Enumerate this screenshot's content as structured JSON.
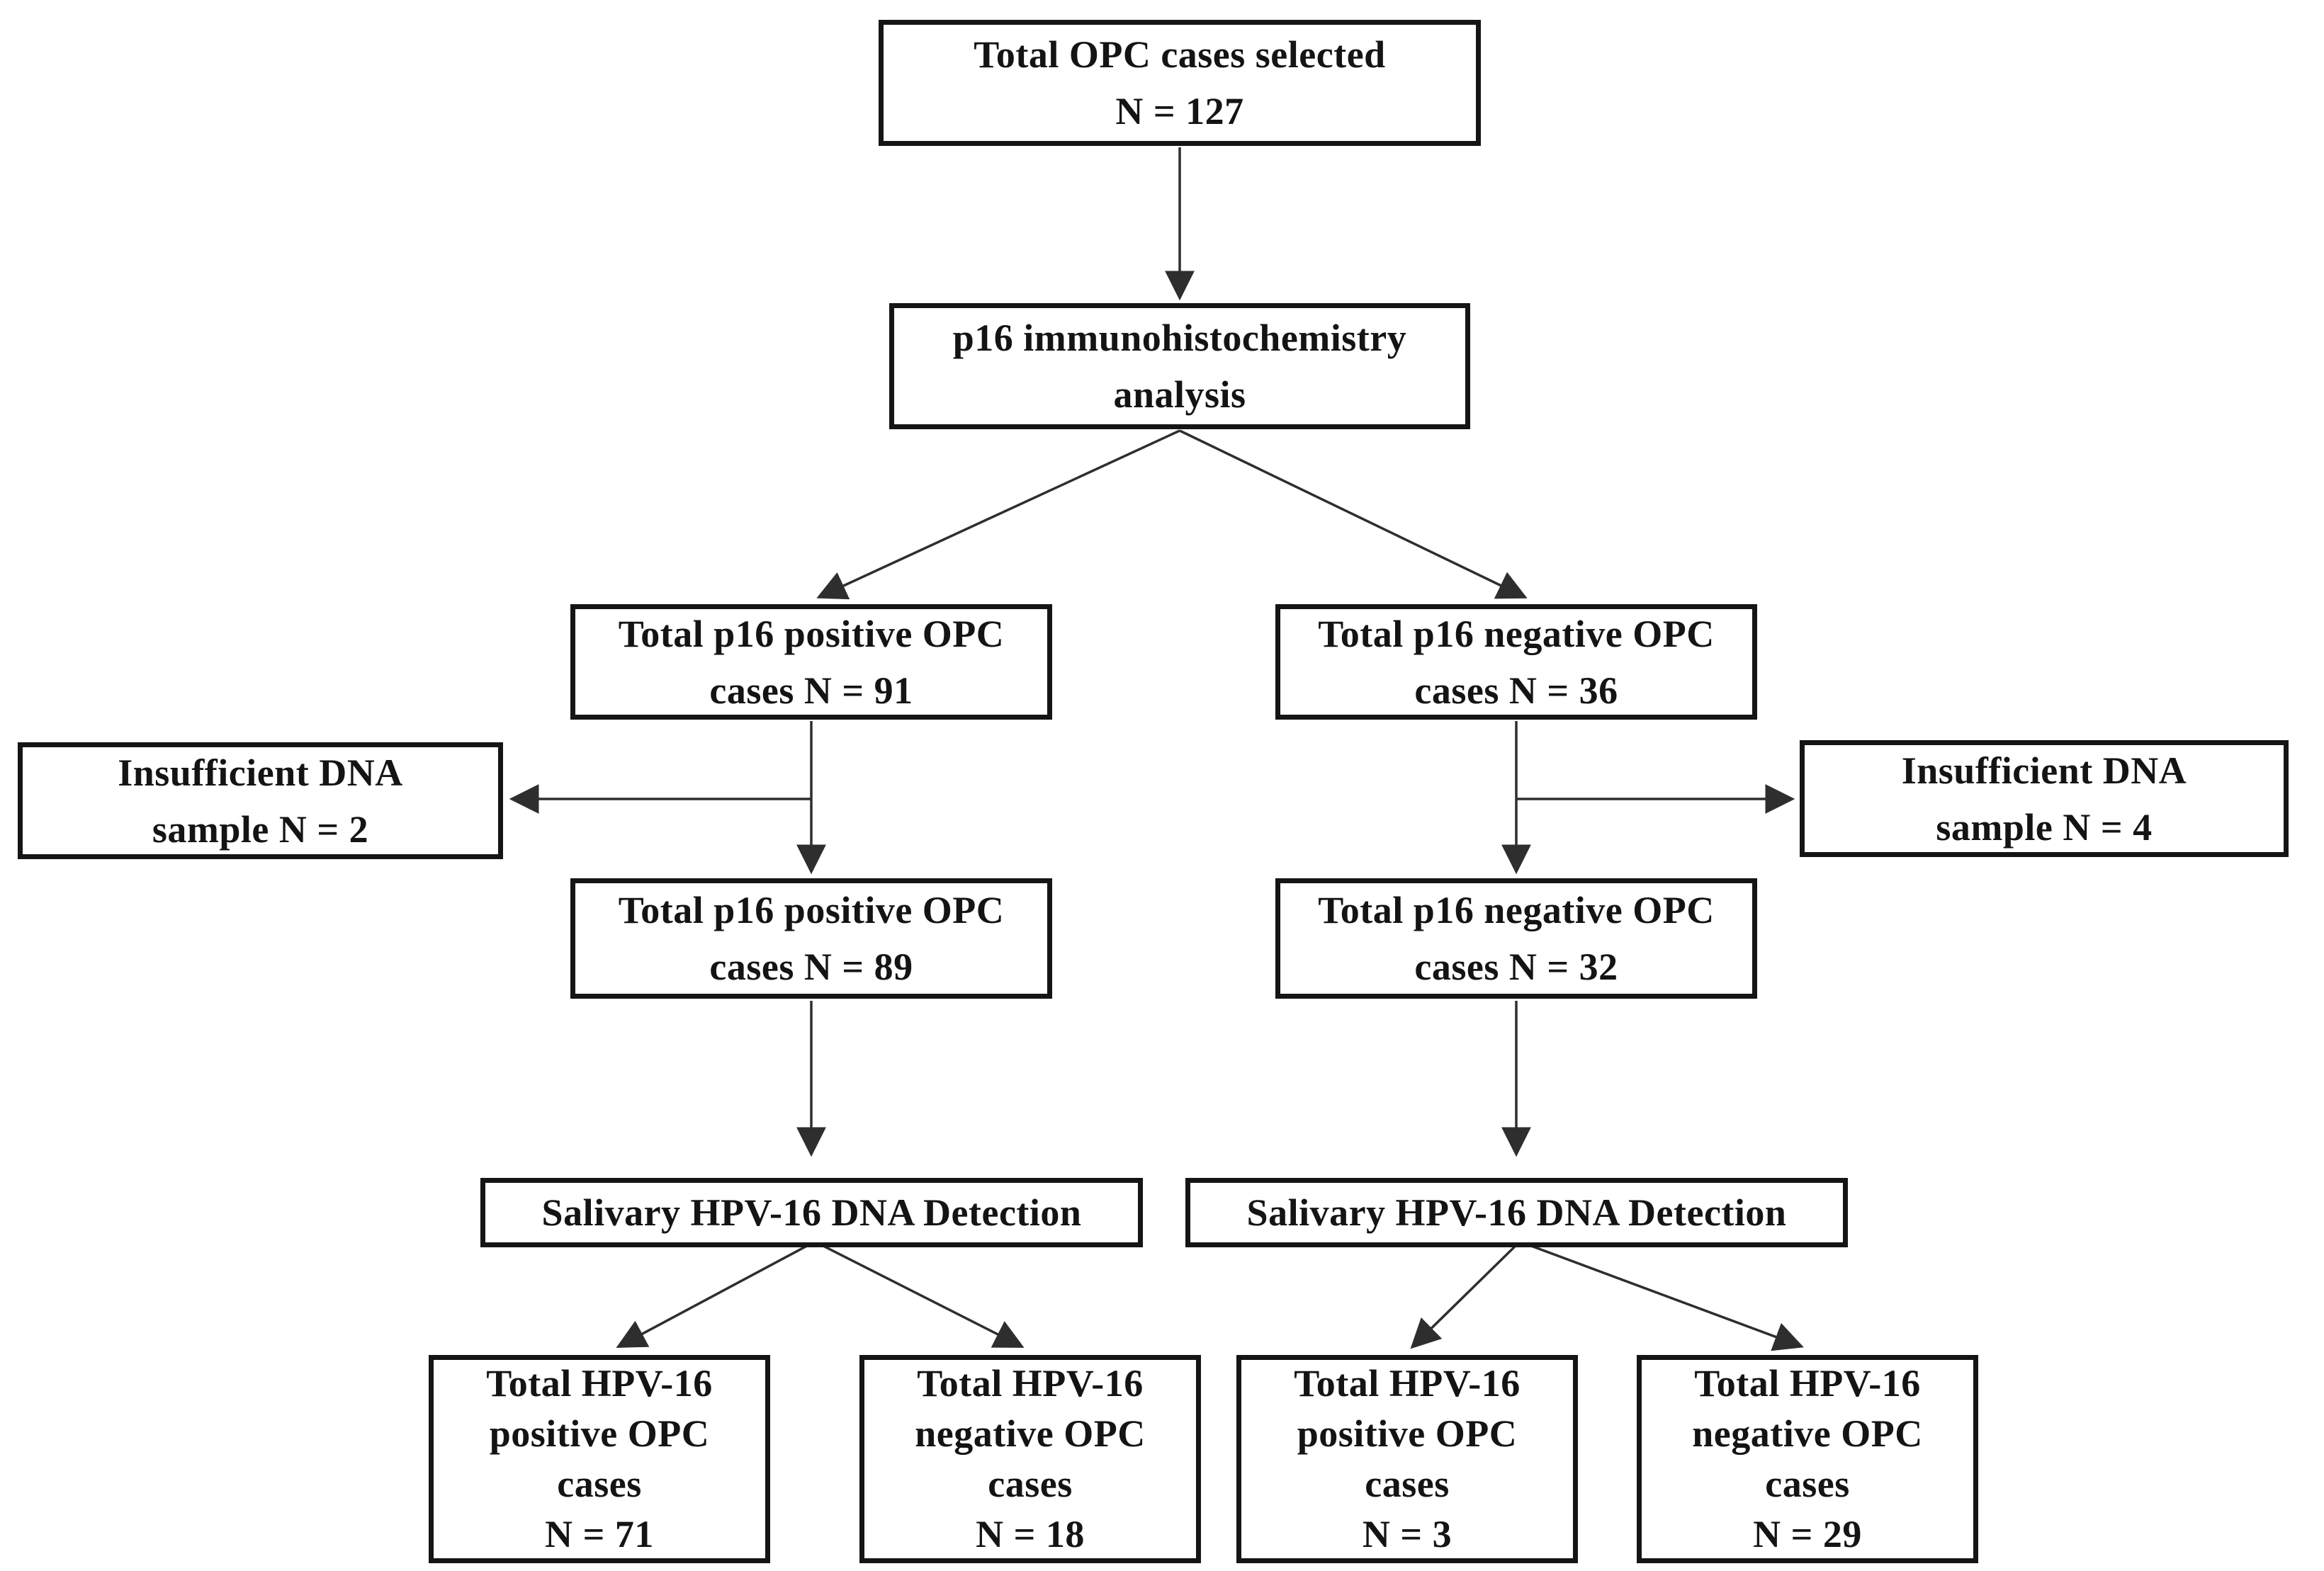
{
  "figure": {
    "kind": "flowchart",
    "background_color": "#ffffff",
    "box_border_color": "#151515",
    "connector_color": "#2e2e2e",
    "text_color": "#141414"
  },
  "flowchart": {
    "nodes": {
      "total_selected": {
        "lines": [
          "Total OPC cases selected",
          "N = 127"
        ]
      },
      "p16_analysis": {
        "lines": [
          "p16 immunohistochemistry",
          "analysis"
        ]
      },
      "p16_positive_initial": {
        "lines": [
          "Total p16 positive OPC",
          "cases N = 91"
        ]
      },
      "p16_negative_initial": {
        "lines": [
          "Total p16 negative OPC",
          "cases N = 36"
        ]
      },
      "insufficient_left": {
        "lines": [
          "Insufficient DNA",
          "sample N = 2"
        ]
      },
      "insufficient_right": {
        "lines": [
          "Insufficient DNA",
          "sample N = 4"
        ]
      },
      "p16_positive_final": {
        "lines": [
          "Total p16 positive OPC",
          "cases N = 89"
        ]
      },
      "p16_negative_final": {
        "lines": [
          "Total p16 negative OPC",
          "cases N = 32"
        ]
      },
      "salivary_left": {
        "lines": [
          "Salivary HPV-16 DNA Detection"
        ]
      },
      "salivary_right": {
        "lines": [
          "Salivary HPV-16 DNA Detection"
        ]
      },
      "hpv16_positive_left": {
        "lines": [
          "Total HPV-16",
          "positive OPC",
          "cases",
          "N = 71"
        ]
      },
      "hpv16_negative_left": {
        "lines": [
          "Total HPV-16",
          "negative OPC",
          "cases",
          "N = 18"
        ]
      },
      "hpv16_positive_right": {
        "lines": [
          "Total HPV-16",
          "positive OPC",
          "cases",
          "N = 3"
        ]
      },
      "hpv16_negative_right": {
        "lines": [
          "Total HPV-16",
          "negative OPC",
          "cases",
          "N = 29"
        ]
      }
    },
    "counts": {
      "total": 127,
      "p16_positive": 91,
      "p16_negative": 36,
      "insufficient_dna_positive_arm": 2,
      "insufficient_dna_negative_arm": 4,
      "p16_positive_after_exclusion": 89,
      "p16_negative_after_exclusion": 32,
      "hpv16_positive_in_p16_positive": 71,
      "hpv16_negative_in_p16_positive": 18,
      "hpv16_positive_in_p16_negative": 3,
      "hpv16_negative_in_p16_negative": 29
    }
  }
}
